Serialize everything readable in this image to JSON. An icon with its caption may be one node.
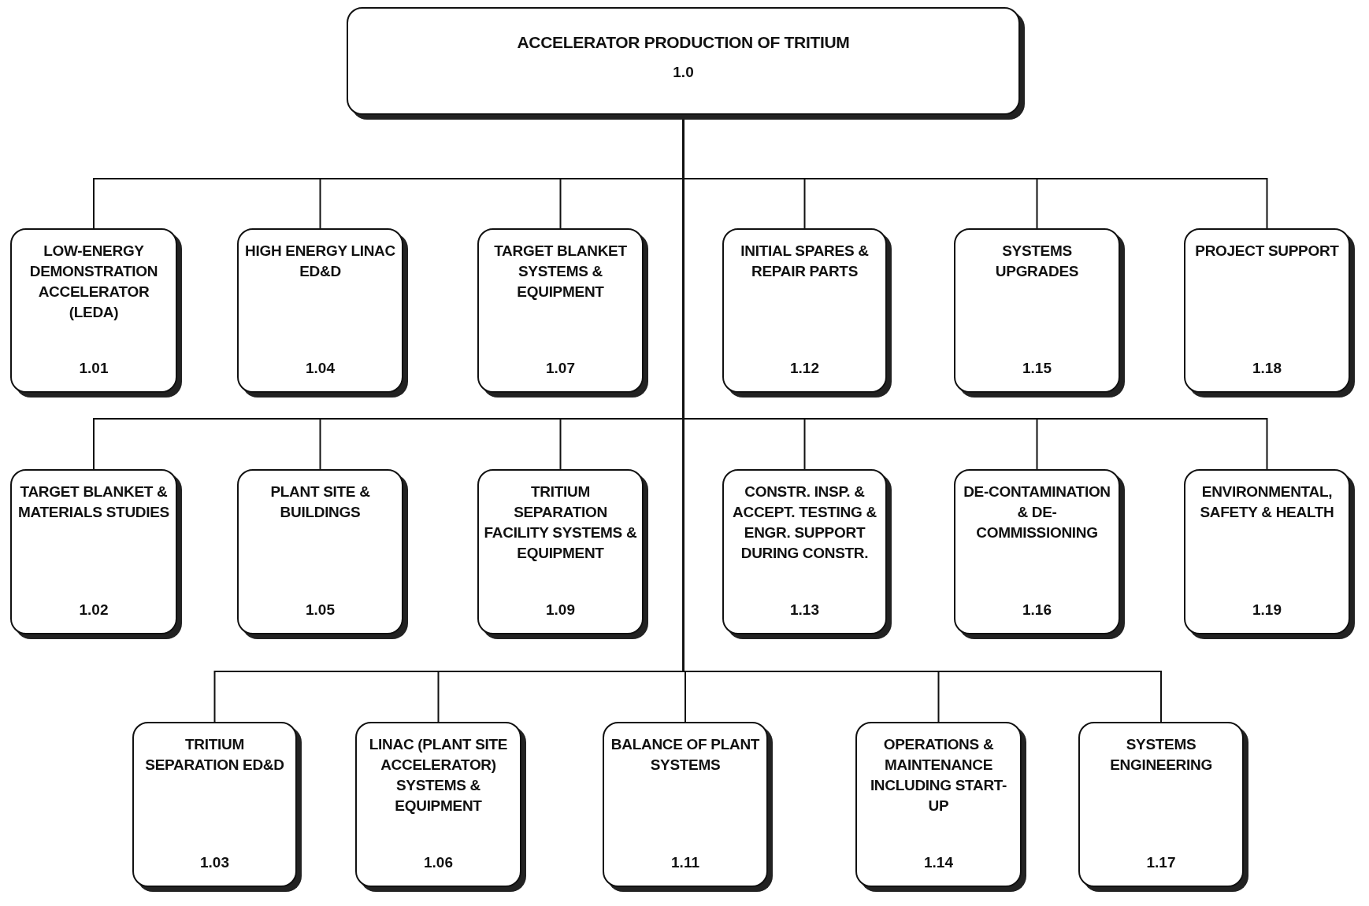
{
  "diagram": {
    "nodes": [
      {
        "text": [
          "ACCELERATOR PRODUCTION OF TRITIUM",
          "1.0"
        ]
      },
      {
        "text": [
          "LOW-ENERGY DEMONSTRATION ACCELERATOR (LEDA)",
          "1.01"
        ]
      },
      {
        "text": [
          "HIGH ENERGY LINAC ED&D",
          "1.04"
        ]
      },
      {
        "text": [
          "TARGET BLANKET SYSTEMS & EQUIPMENT",
          "1.07"
        ]
      },
      {
        "text": [
          "INITIAL SPARES & REPAIR PARTS",
          "1.12"
        ]
      },
      {
        "text": [
          "SYSTEMS UPGRADES",
          "1.15"
        ]
      },
      {
        "text": [
          "PROJECT SUPPORT",
          "1.18"
        ]
      },
      {
        "text": [
          "TARGET BLANKET & MATERIALS STUDIES",
          "1.02"
        ]
      },
      {
        "text": [
          "PLANT SITE & BUILDINGS",
          "1.05"
        ]
      },
      {
        "text": [
          "TRITIUM SEPARATION FACILITY SYSTEMS & EQUIPMENT",
          "1.09"
        ]
      },
      {
        "text": [
          "CONSTR. INSP. & ACCEPT. TESTING & ENGR. SUPPORT DURING CONSTR.",
          "1.13"
        ]
      },
      {
        "text": [
          "DE-CONTAMINATION & DE-COMMISSIONING",
          "1.16"
        ]
      },
      {
        "text": [
          "ENVIRONMENTAL, SAFETY & HEALTH",
          "1.19"
        ]
      },
      {
        "text": [
          "TRITIUM SEPARATION ED&D",
          "1.03"
        ]
      },
      {
        "text": [
          "LINAC (PLANT SITE ACCELERATOR) SYSTEMS & EQUIPMENT",
          "1.06"
        ]
      },
      {
        "text": [
          "BALANCE OF PLANT SYSTEMS",
          "1.11"
        ]
      },
      {
        "text": [
          "OPERATIONS & MAINTENANCE INCLUDING START-UP",
          "1.14"
        ]
      },
      {
        "text": [
          "SYSTEMS ENGINEERING",
          "1.17"
        ]
      }
    ],
    "edges": [
      {
        "from": 0,
        "to": 1,
        "arrow": "none"
      },
      {
        "from": 0,
        "to": 2,
        "arrow": "none"
      },
      {
        "from": 0,
        "to": 3,
        "arrow": "none"
      },
      {
        "from": 0,
        "to": 4,
        "arrow": "none"
      },
      {
        "from": 0,
        "to": 5,
        "arrow": "none"
      },
      {
        "from": 0,
        "to": 6,
        "arrow": "none"
      },
      {
        "from": 0,
        "to": 7,
        "arrow": "none"
      },
      {
        "from": 0,
        "to": 8,
        "arrow": "none"
      },
      {
        "from": 0,
        "to": 9,
        "arrow": "none"
      },
      {
        "from": 0,
        "to": 10,
        "arrow": "none"
      },
      {
        "from": 0,
        "to": 11,
        "arrow": "none"
      },
      {
        "from": 0,
        "to": 12,
        "arrow": "none"
      },
      {
        "from": 0,
        "to": 13,
        "arrow": "none"
      },
      {
        "from": 0,
        "to": 14,
        "arrow": "none"
      },
      {
        "from": 0,
        "to": 15,
        "arrow": "none"
      },
      {
        "from": 0,
        "to": 16,
        "arrow": "none"
      },
      {
        "from": 0,
        "to": 17,
        "arrow": "none"
      }
    ]
  }
}
